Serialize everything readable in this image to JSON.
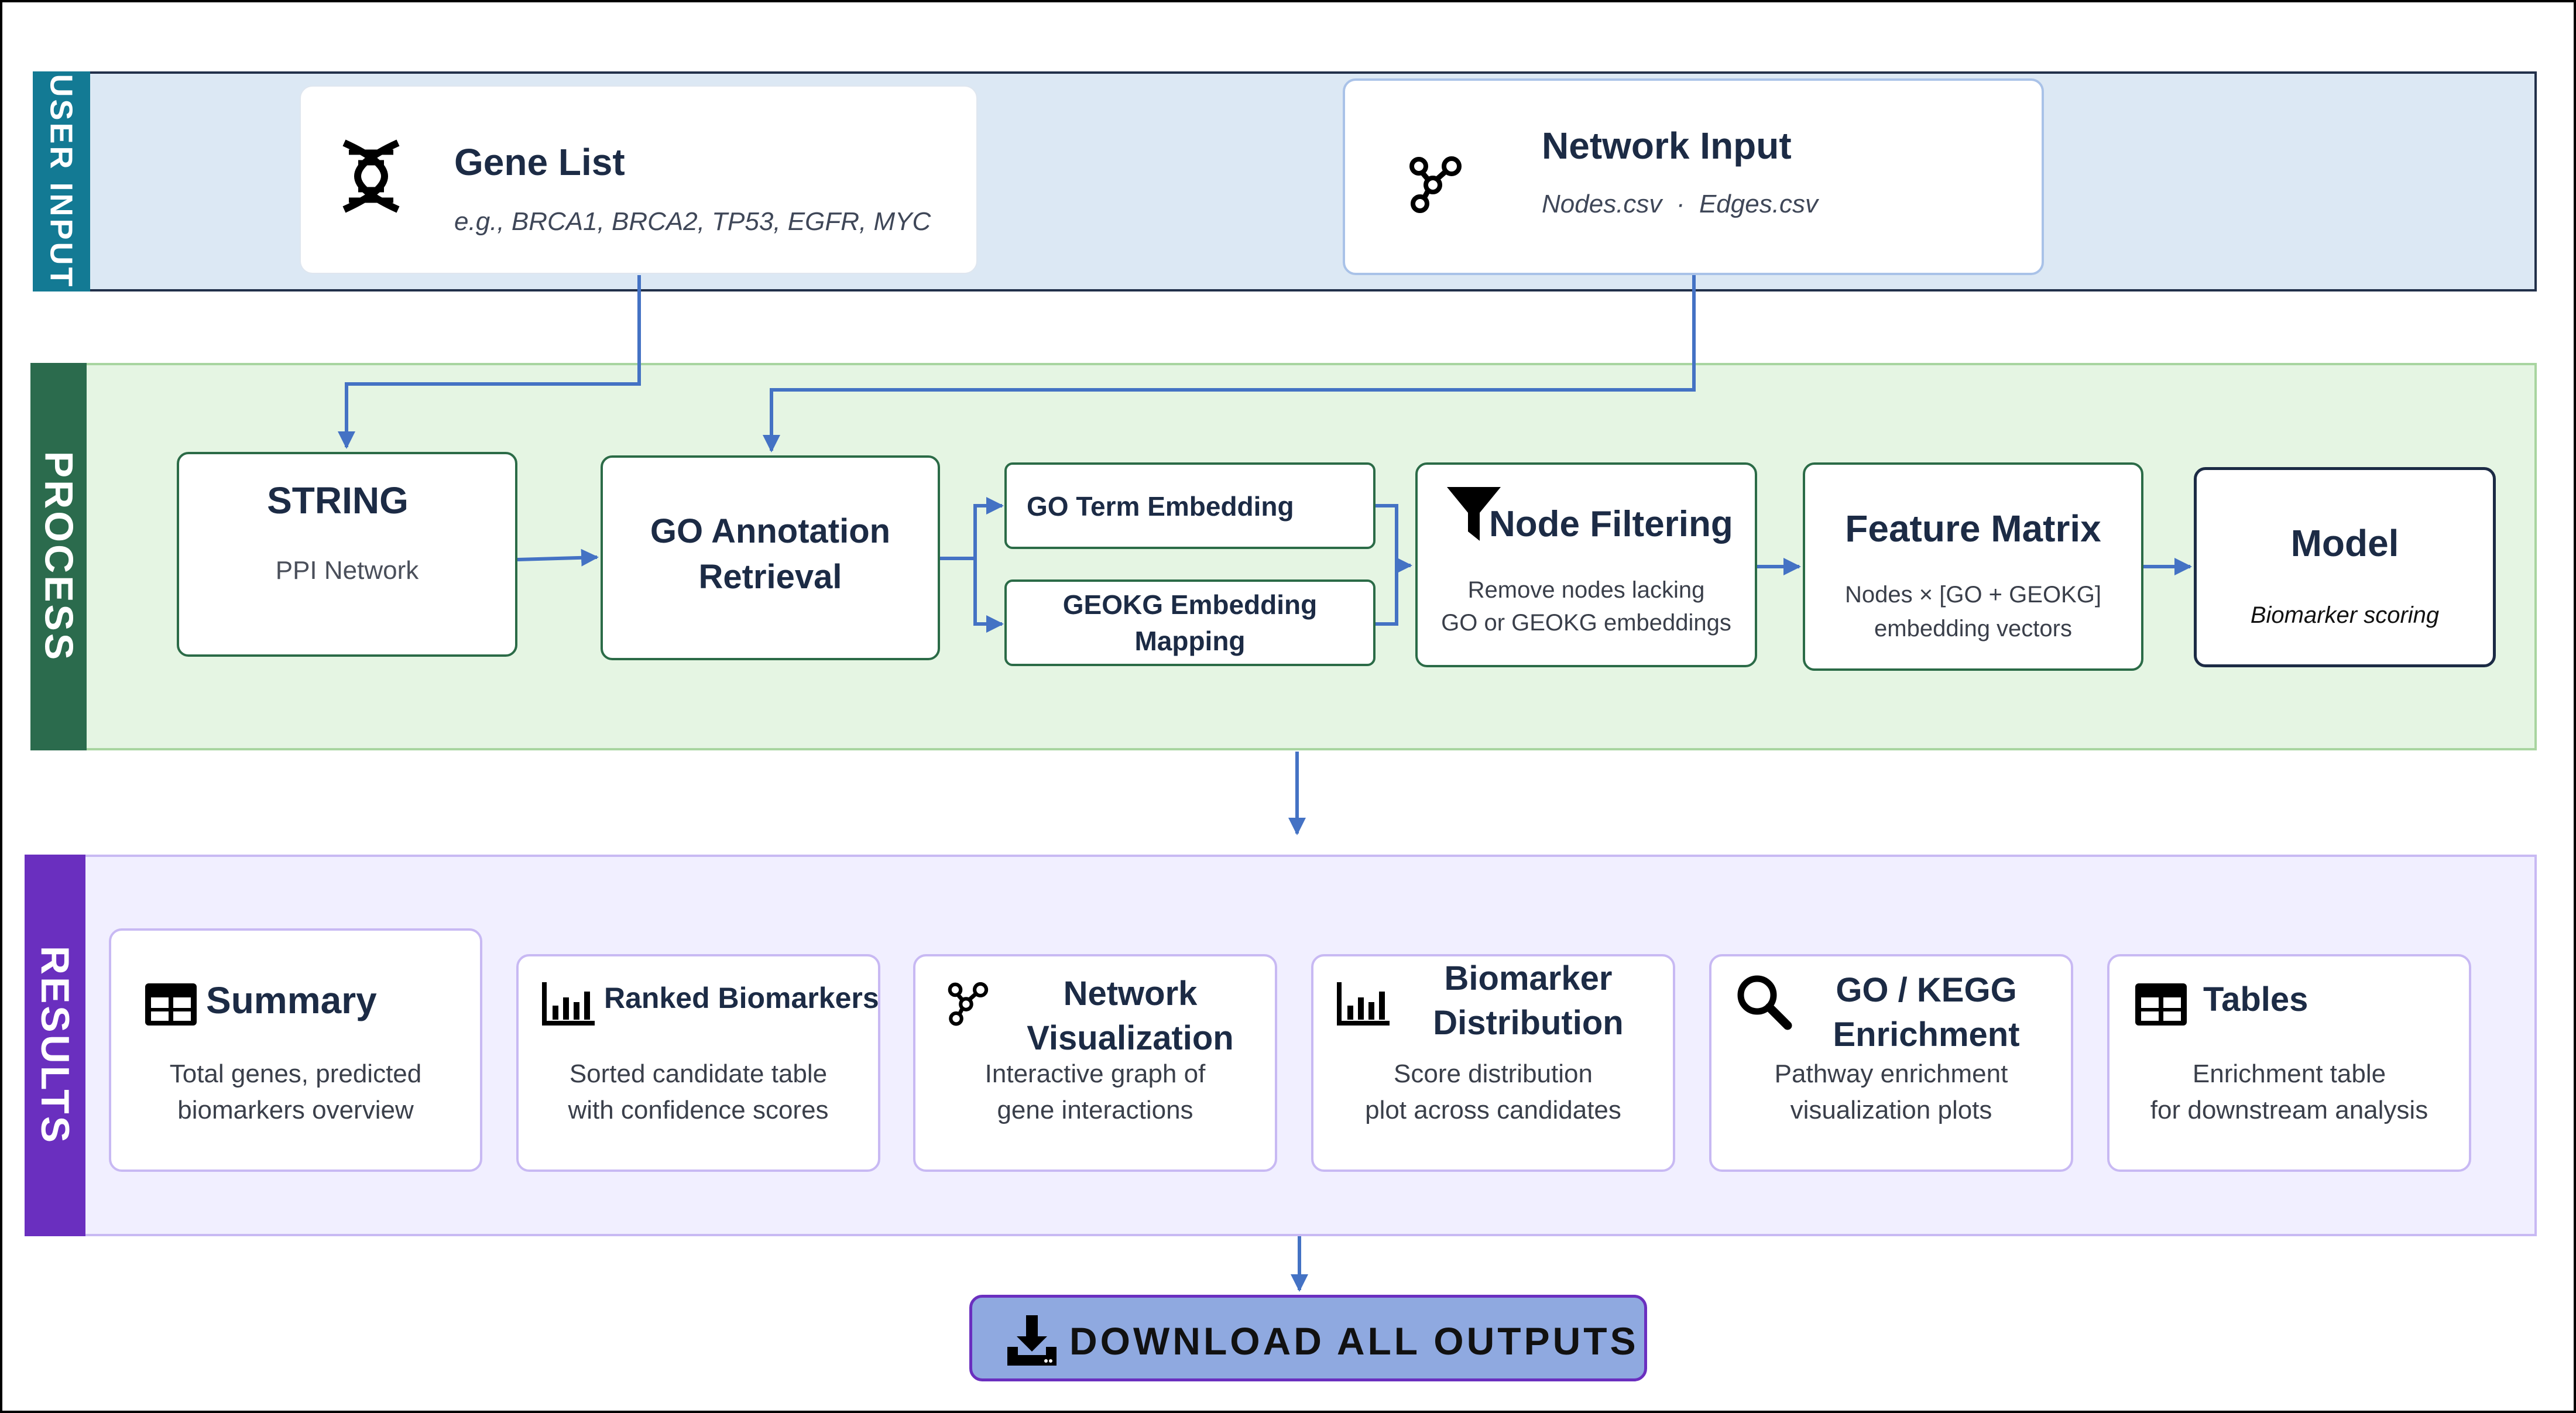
{
  "bands": {
    "input": {
      "label": "USER INPUT",
      "color": "#137a94"
    },
    "process": {
      "label": "PROCESS",
      "color": "#2b7a55"
    },
    "results": {
      "label": "RESULTS",
      "color": "#6a2fbf"
    }
  },
  "inputs": {
    "gene_list": {
      "icon": "dna-icon",
      "title": "Gene List",
      "example": "e.g., BRCA1, BRCA2, TP53, EGFR, MYC"
    },
    "network": {
      "icon": "network-graph-icon",
      "title": "Network Input",
      "files": "Nodes.csv  ·  Edges.csv"
    }
  },
  "process": {
    "string": {
      "title": "STRING",
      "subtitle": "PPI Network"
    },
    "go_retrieval": {
      "line1": "GO Annotation",
      "line2": "Retrieval"
    },
    "go_embedding": {
      "title": "GO Term Embedding"
    },
    "geokg_mapping": {
      "line1": "GEOKG Embedding",
      "line2": "Mapping"
    },
    "node_filtering": {
      "icon": "filter-icon",
      "title": "Node Filtering",
      "line1": "Remove nodes lacking",
      "line2": "GO or GEOKG embeddings"
    },
    "feature_matrix": {
      "title": "Feature Matrix",
      "line1": "Nodes × [GO + GEOKG]",
      "line2": "embedding vectors"
    },
    "model": {
      "title": "Model",
      "subtitle": "Biomarker scoring"
    }
  },
  "results": {
    "summary": {
      "icon": "table-icon",
      "title": "Summary",
      "line1": "Total genes, predicted",
      "line2": "biomarkers overview"
    },
    "ranked": {
      "icon": "bar-chart-icon",
      "title": "Ranked Biomarkers",
      "line1": "Sorted candidate table",
      "line2": "with confidence scores"
    },
    "network_vis": {
      "icon": "network-graph-icon",
      "title1": "Network",
      "title2": "Visualization",
      "line1": "Interactive graph of",
      "line2": "gene interactions"
    },
    "distribution": {
      "icon": "bar-chart-icon",
      "title1": "Biomarker",
      "title2": "Distribution",
      "line1": "Score distribution",
      "line2": "plot across candidates"
    },
    "enrichment": {
      "icon": "search-icon",
      "title1": "GO / KEGG",
      "title2": "Enrichment",
      "line1": "Pathway enrichment",
      "line2": "visualization plots"
    },
    "tables": {
      "icon": "table-icon",
      "title": "Tables",
      "line1": "Enrichment table",
      "line2": "for downstream analysis"
    }
  },
  "download": {
    "icon": "download-icon",
    "label": "DOWNLOAD ALL OUTPUTS"
  },
  "colors": {
    "arrow": "#4472c4",
    "process_border": "#2b6b47",
    "card_border": "#c8b9f3"
  }
}
